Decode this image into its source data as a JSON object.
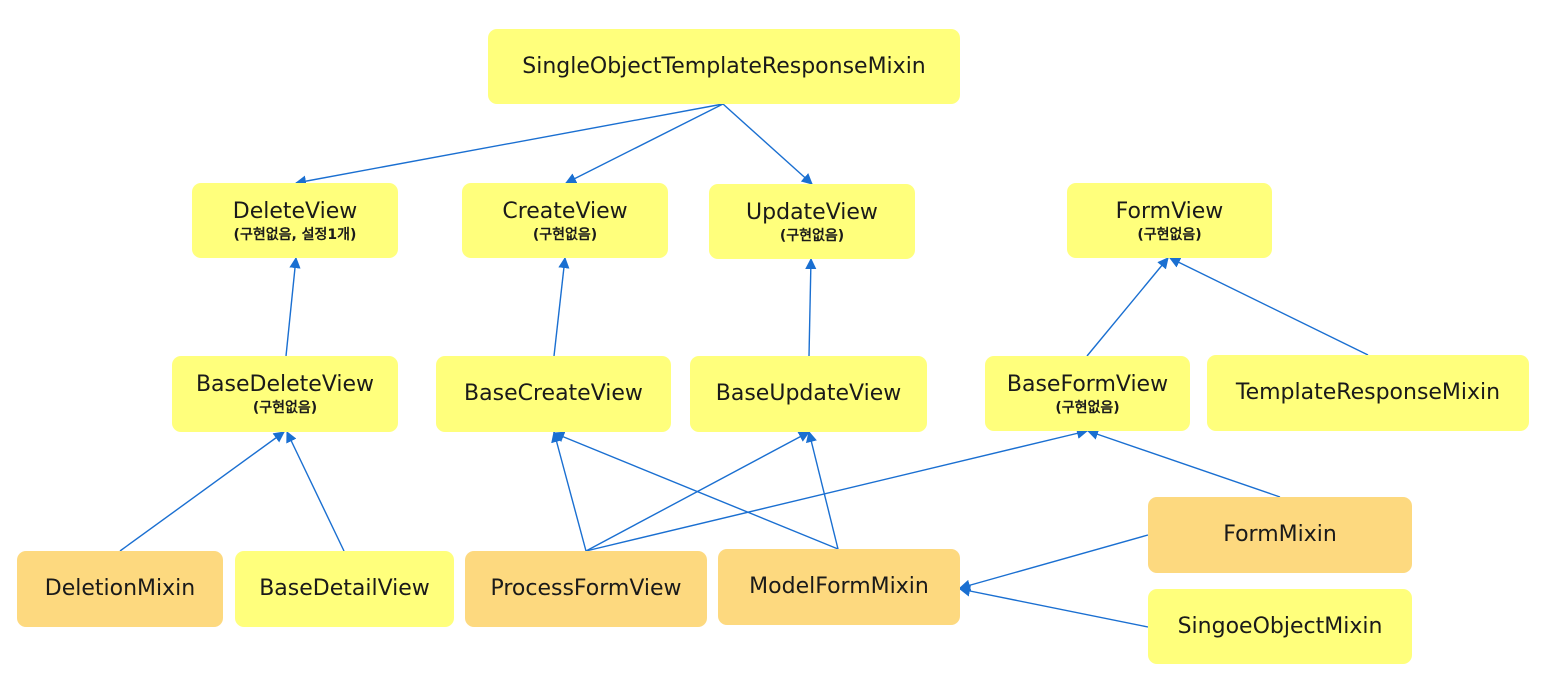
{
  "colors": {
    "yellow": "#ffff7c",
    "orange": "#fdd97f",
    "arrow": "#1a6fd1"
  },
  "nodes": {
    "single_object_template_response_mixin": {
      "title": "SingleObjectTemplateResponseMixin"
    },
    "delete_view": {
      "title": "DeleteView",
      "note": "(구현없음, 설정1개)"
    },
    "create_view": {
      "title": "CreateView",
      "note": "(구현없음)"
    },
    "update_view": {
      "title": "UpdateView",
      "note": "(구현없음)"
    },
    "form_view": {
      "title": "FormView",
      "note": "(구현없음)"
    },
    "base_delete_view": {
      "title": "BaseDeleteView",
      "note": "(구현없음)"
    },
    "base_create_view": {
      "title": "BaseCreateView"
    },
    "base_update_view": {
      "title": "BaseUpdateView"
    },
    "base_form_view": {
      "title": "BaseFormView",
      "note": "(구현없음)"
    },
    "template_response_mixin": {
      "title": "TemplateResponseMixin"
    },
    "deletion_mixin": {
      "title": "DeletionMixin"
    },
    "base_detail_view": {
      "title": "BaseDetailView"
    },
    "process_form_view": {
      "title": "ProcessFormView"
    },
    "model_form_mixin": {
      "title": "ModelFormMixin"
    },
    "form_mixin": {
      "title": "FormMixin"
    },
    "singoe_object_mixin": {
      "title": "SingoeObjectMixin"
    }
  }
}
